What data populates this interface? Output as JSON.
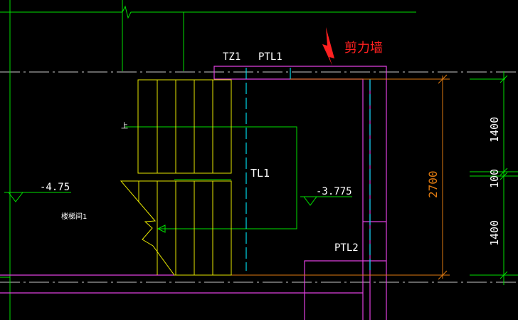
{
  "drawing": {
    "background": "#000000",
    "colors": {
      "axis": "#c8c8c8",
      "green": "#00e000",
      "magenta": "#e040e0",
      "yellow": "#e6e600",
      "cyan": "#00d8e8",
      "orange": "#e07a10",
      "white": "#ffffff",
      "red": "#ff2020",
      "dark_green": "#006000"
    },
    "labels": {
      "tz1": "TZ1",
      "ptl1": "PTL1",
      "tl1": "TL1",
      "ptl2": "PTL2",
      "shear_wall": "剪力墙",
      "up": "上",
      "stairwell": "楼梯间1",
      "elev_left": "-4.75",
      "elev_right": "-3.775",
      "dim_total": "2700",
      "dim_top": "1400",
      "dim_mid": "100",
      "dim_bottom": "1400"
    }
  }
}
